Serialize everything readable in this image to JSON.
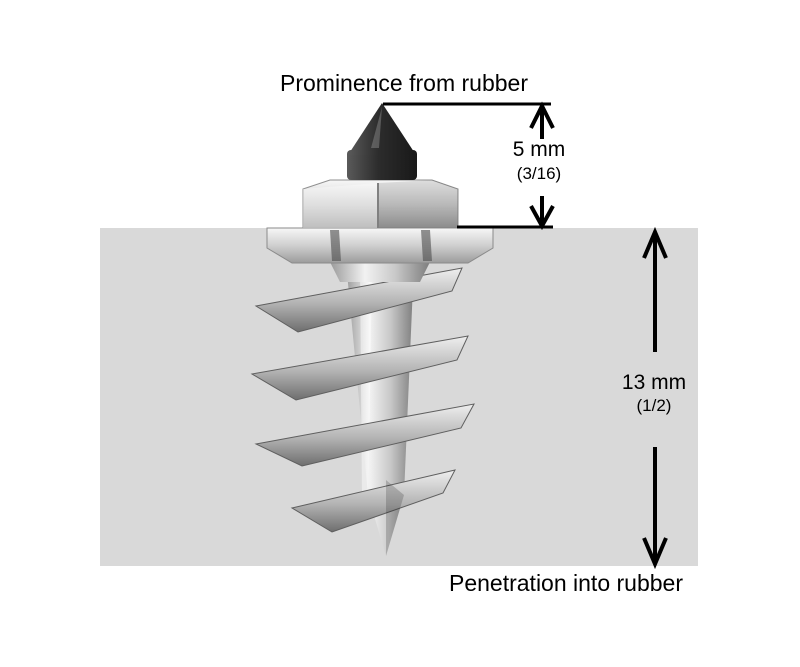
{
  "labels": {
    "prominence": "Prominence from rubber",
    "penetration": "Penetration into rubber"
  },
  "dimensions": {
    "prominence": {
      "value": "5 mm",
      "fraction": "(3/16)"
    },
    "penetration": {
      "value": "13 mm",
      "fraction": "(1/2)"
    }
  },
  "colors": {
    "background": "#ffffff",
    "rubber": "#d9d9d9",
    "line": "#000000",
    "text": "#000000",
    "stud_tip": "#2c2c2c"
  }
}
